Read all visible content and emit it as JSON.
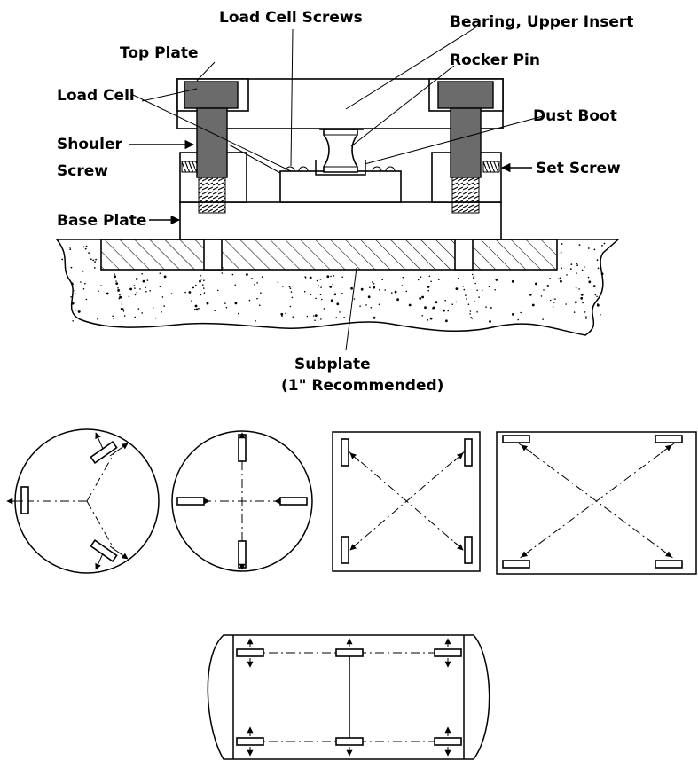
{
  "labels": {
    "load_cell_screws": "Load Cell Screws",
    "bearing_upper_insert": "Bearing, Upper Insert",
    "top_plate": "Top Plate",
    "rocker_pin": "Rocker Pin",
    "load_cell": "Load Cell",
    "dust_boot": "Dust Boot",
    "shoulder_screw_line1": "Shouler",
    "shoulder_screw_line2": "Screw",
    "set_screw": "Set Screw",
    "base_plate": "Base Plate",
    "subplate_line1": "Subplate",
    "subplate_line2": "(1\" Recommended)"
  },
  "layouts": [
    "circle-three-mounts",
    "circle-four-mounts",
    "square-four-mounts",
    "rectangle-four-mounts",
    "horizontal-tank-six-mounts"
  ],
  "colors": {
    "line": "#000000",
    "fill": "#ffffff",
    "dark_part": "#6b6b6b"
  }
}
